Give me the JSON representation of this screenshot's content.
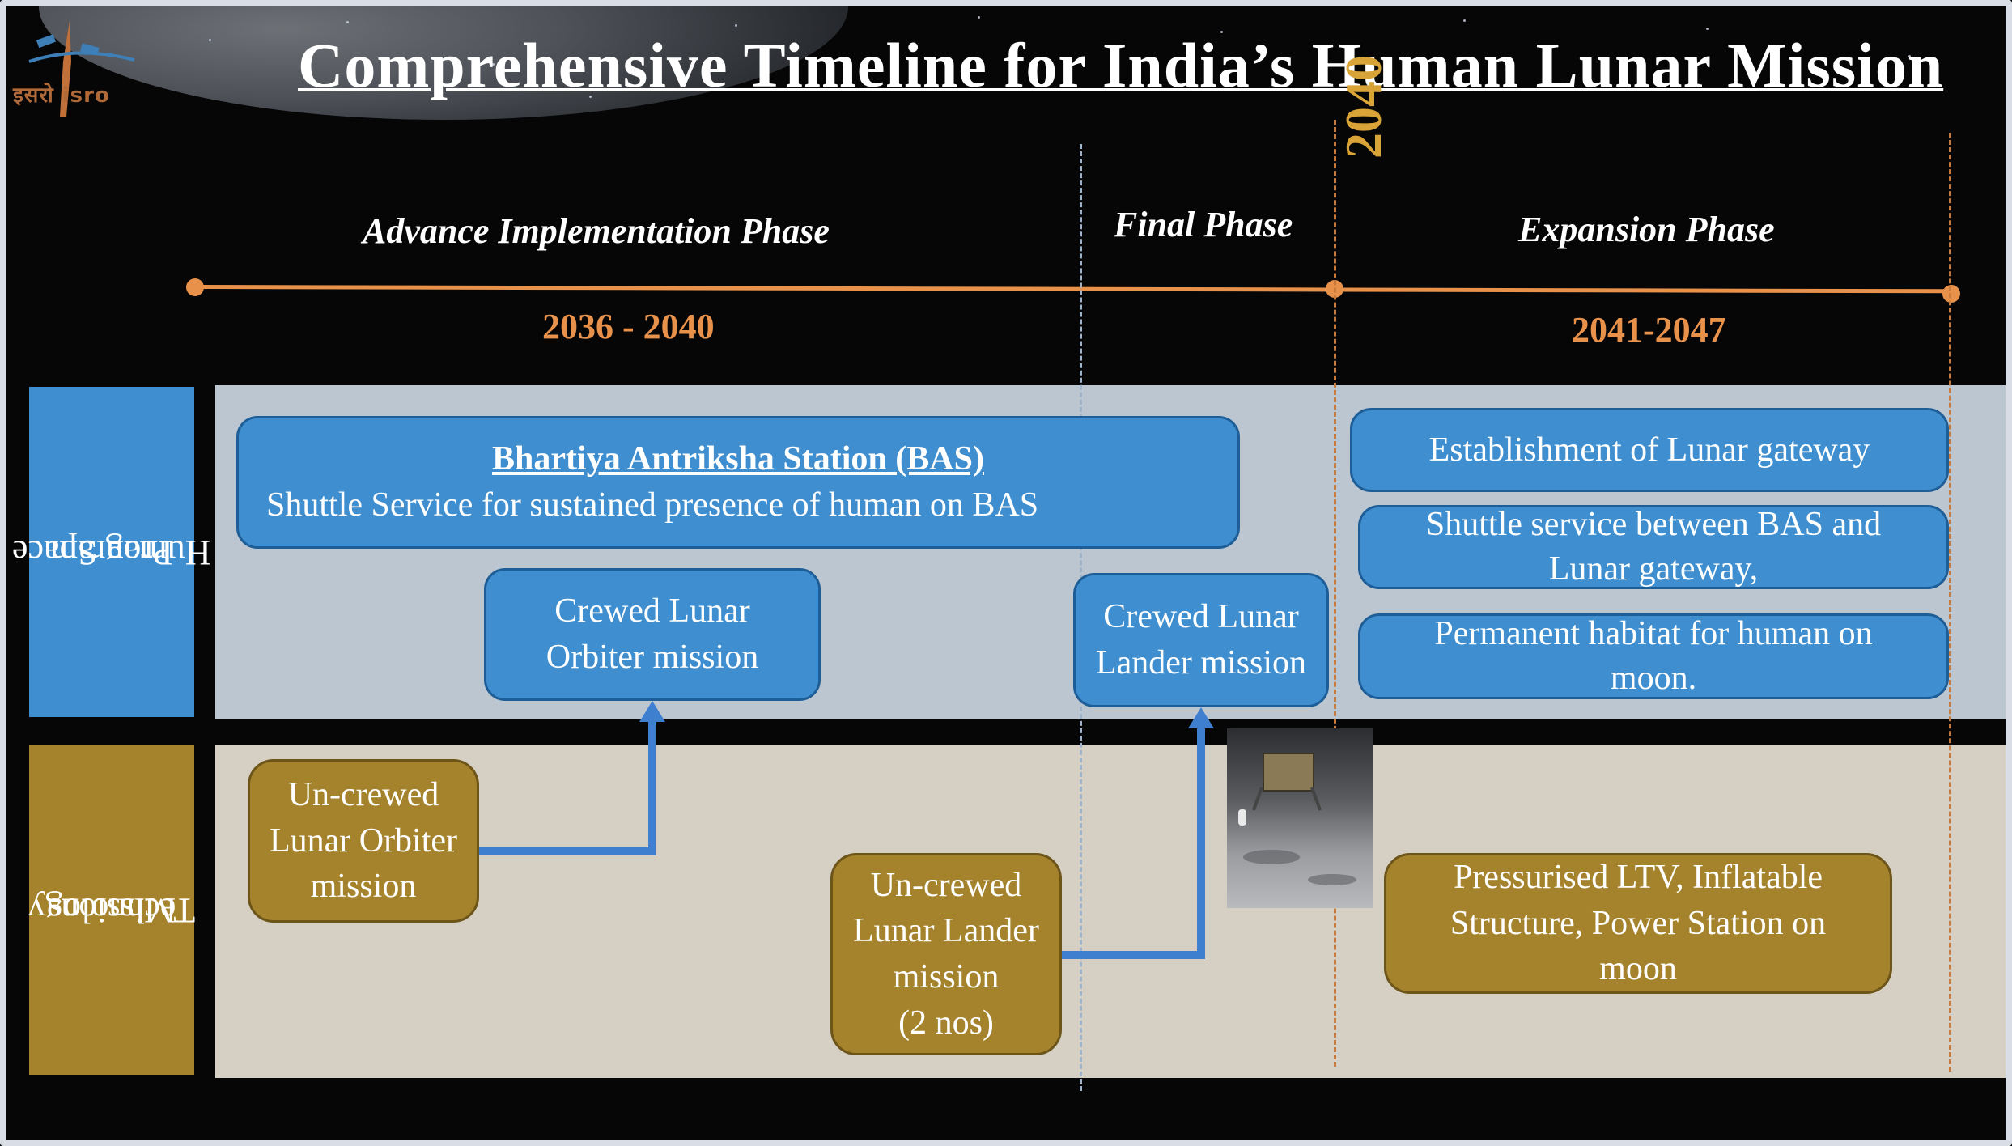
{
  "title": "Comprehensive Timeline for India’s Human Lunar Mission",
  "logo": {
    "text": "इसरो isro",
    "icon": "rocket-icon"
  },
  "phases": {
    "advance": {
      "label": "Advance Implementation Phase",
      "years": "2036 - 2040"
    },
    "final": {
      "label": "Final Phase"
    },
    "marker_year": "2040",
    "expansion": {
      "label": "Expansion Phase",
      "years": "2041-2047"
    }
  },
  "rows": {
    "human": {
      "label_line1": "Human Space",
      "label_line2": "Program"
    },
    "tech": {
      "label_line1": "Technology",
      "label_line2": "Missions"
    }
  },
  "boxes": {
    "bas_title": "Bhartiya Antriksha Station (BAS)",
    "bas_desc": "Shuttle Service for sustained presence of human on BAS",
    "crewed_orbiter_l1": "Crewed Lunar",
    "crewed_orbiter_l2": "Orbiter mission",
    "crewed_lander_l1": "Crewed Lunar",
    "crewed_lander_l2": "Lander mission",
    "gateway": "Establishment of Lunar gateway",
    "shuttle_l1": "Shuttle service between BAS and",
    "shuttle_l2": "Lunar gateway,",
    "habitat_l1": "Permanent habitat for human on",
    "habitat_l2": "moon.",
    "uncrewed_orbiter_l1": "Un-crewed",
    "uncrewed_orbiter_l2": "Lunar Orbiter",
    "uncrewed_orbiter_l3": "mission",
    "uncrewed_lander_l1": "Un-crewed",
    "uncrewed_lander_l2": "Lunar Lander",
    "uncrewed_lander_l3": "mission",
    "uncrewed_lander_l4": "(2 nos)",
    "ltv_l1": "Pressurised LTV, Inflatable",
    "ltv_l2": "Structure, Power Station on",
    "ltv_l3": "moon"
  },
  "colors": {
    "human_blue": "#3f8fd0",
    "tech_gold": "#a5832c",
    "timeline_orange": "#e8914a",
    "year_gold": "#d9a437",
    "arrow_blue": "#3f7fd0"
  }
}
